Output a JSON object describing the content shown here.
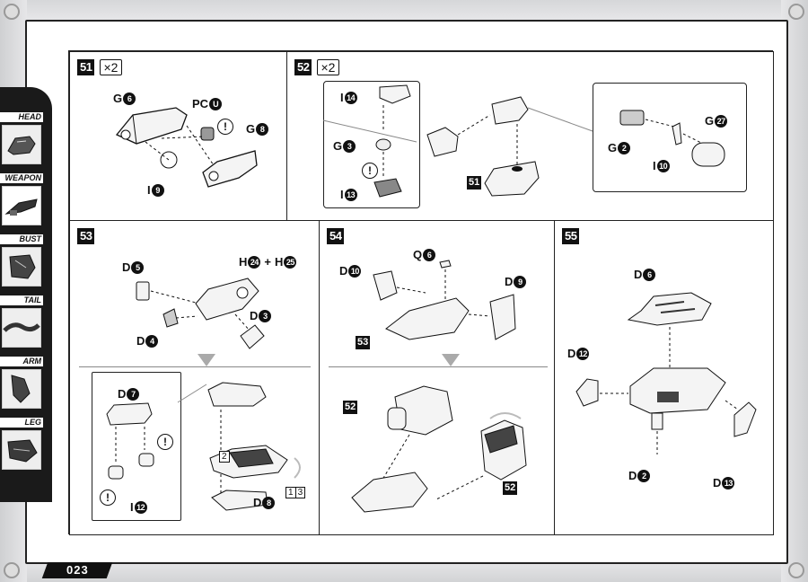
{
  "page_number": "023",
  "sidebar": {
    "tabs": [
      {
        "label": "HEAD",
        "icon": "head-icon"
      },
      {
        "label": "WEAPON",
        "icon": "weapon-icon"
      },
      {
        "label": "BUST",
        "icon": "bust-icon"
      },
      {
        "label": "TAIL",
        "icon": "tail-icon"
      },
      {
        "label": "ARM",
        "icon": "arm-icon"
      },
      {
        "label": "LEG",
        "icon": "leg-icon"
      }
    ]
  },
  "steps": {
    "s51": {
      "num": "51",
      "qty": "×2",
      "parts": {
        "g6": {
          "prefix": "G",
          "num": "6"
        },
        "pcu": {
          "prefix": "PC",
          "num": "U"
        },
        "g8": {
          "prefix": "G",
          "num": "8"
        },
        "i9": {
          "prefix": "I",
          "num": "9"
        }
      },
      "warn": "!"
    },
    "s52": {
      "num": "52",
      "qty": "×2",
      "parts": {
        "i14": {
          "prefix": "I",
          "num": "14"
        },
        "g3": {
          "prefix": "G",
          "num": "3"
        },
        "i13": {
          "prefix": "I",
          "num": "13"
        },
        "g2": {
          "prefix": "G",
          "num": "2"
        },
        "i10": {
          "prefix": "I",
          "num": "10"
        },
        "g27": {
          "prefix": "G",
          "num": "27"
        }
      },
      "ref": "51",
      "warn": "!"
    },
    "s53": {
      "num": "53",
      "parts": {
        "d5": {
          "prefix": "D",
          "num": "5"
        },
        "h24": {
          "prefix": "H",
          "num": "24"
        },
        "plus": "+",
        "h25": {
          "prefix": "H",
          "num": "25"
        },
        "d4": {
          "prefix": "D",
          "num": "4"
        },
        "d3": {
          "prefix": "D",
          "num": "3"
        },
        "d7": {
          "prefix": "D",
          "num": "7"
        },
        "i12": {
          "prefix": "I",
          "num": "12"
        },
        "d8": {
          "prefix": "D",
          "num": "8"
        }
      },
      "marker_a": "2",
      "marker_b1": "1",
      "marker_b2": "3",
      "warn": "!"
    },
    "s54": {
      "num": "54",
      "parts": {
        "q6": {
          "prefix": "Q",
          "num": "6"
        },
        "d10": {
          "prefix": "D",
          "num": "10"
        },
        "d9": {
          "prefix": "D",
          "num": "9"
        }
      },
      "ref_a": "53",
      "ref_b": "52",
      "ref_c": "52"
    },
    "s55": {
      "num": "55",
      "parts": {
        "d6": {
          "prefix": "D",
          "num": "6"
        },
        "d12": {
          "prefix": "D",
          "num": "12"
        },
        "d2": {
          "prefix": "D",
          "num": "2"
        },
        "d13": {
          "prefix": "D",
          "num": "13"
        }
      }
    }
  }
}
